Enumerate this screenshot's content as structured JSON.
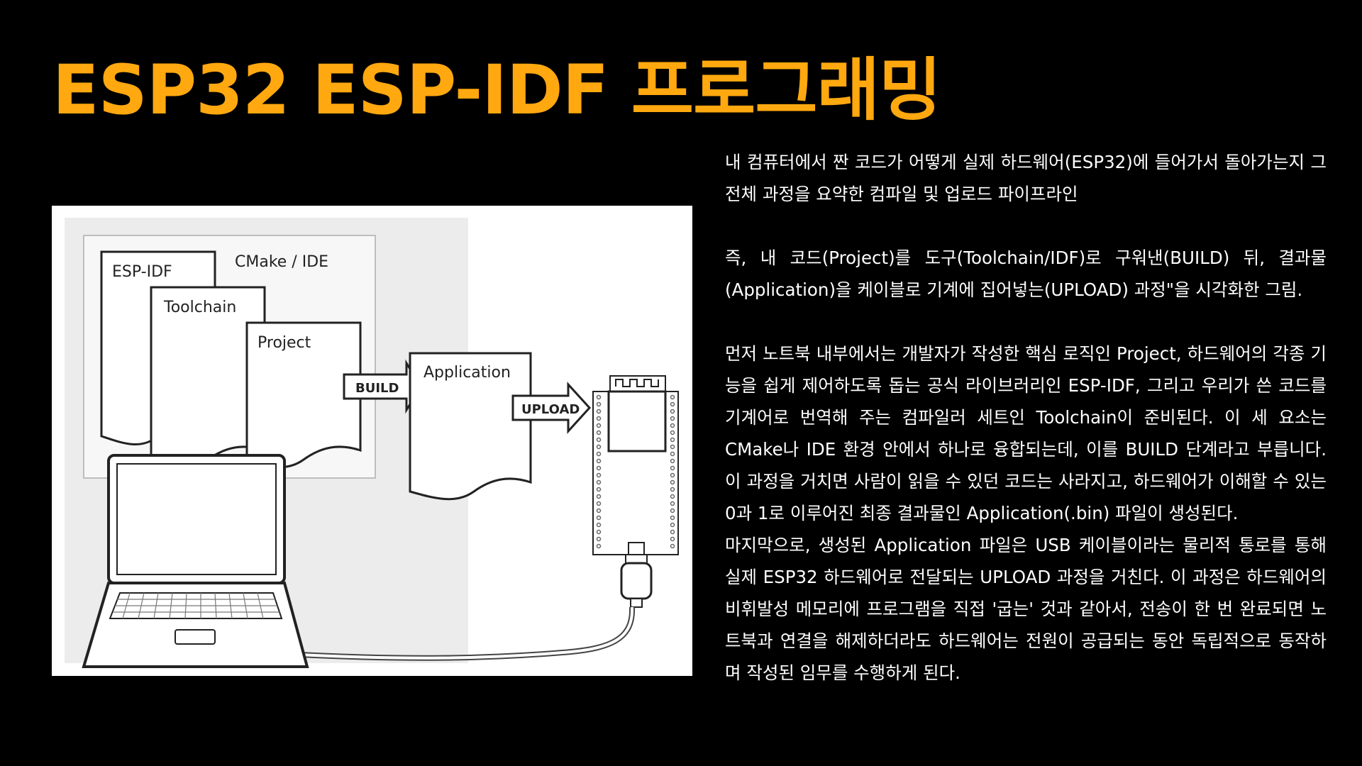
{
  "slide": {
    "title": "ESP32 ESP-IDF 프로그래밍",
    "accent_color": "#FFA80F",
    "background_color": "#000000"
  },
  "diagram": {
    "labels": {
      "esp_idf": "ESP-IDF",
      "cmake_ide": "CMake / IDE",
      "toolchain": "Toolchain",
      "project": "Project",
      "build": "BUILD",
      "application": "Application",
      "upload": "UPLOAD"
    }
  },
  "body": {
    "p1": "내 컴퓨터에서 짠 코드가 어떻게 실제 하드웨어(ESP32)에 들어가서 돌아가는지 그 전체 과정을 요약한 컴파일 및 업로드 파이프라인",
    "p2": "즉, 내 코드(Project)를 도구(Toolchain/IDF)로 구워낸(BUILD) 뒤, 결과물(Application)을 케이블로 기계에 집어넣는(UPLOAD) 과정\"을 시각화한 그림.",
    "p3": "먼저 노트북 내부에서는 개발자가 작성한 핵심 로직인 Project, 하드웨어의 각종 기능을 쉽게 제어하도록 돕는 공식 라이브러리인 ESP-IDF, 그리고 우리가 쓴 코드를 기계어로 번역해 주는 컴파일러 세트인 Toolchain이 준비된다. 이 세 요소는 CMake나 IDE 환경 안에서 하나로 융합되는데, 이를 BUILD 단계라고 부릅니다. 이 과정을 거치면 사람이 읽을 수 있던 코드는 사라지고, 하드웨어가 이해할 수 있는 0과 1로 이루어진 최종 결과물인 Application(.bin) 파일이 생성된다.",
    "p4": "마지막으로, 생성된 Application 파일은 USB 케이블이라는 물리적 통로를 통해 실제 ESP32 하드웨어로 전달되는 UPLOAD 과정을 거친다. 이 과정은 하드웨어의 비휘발성 메모리에 프로그램을 직접 '굽는' 것과 같아서, 전송이 한 번 완료되면 노트북과 연결을 해제하더라도 하드웨어는 전원이 공급되는 동안 독립적으로 동작하며 작성된 임무를 수행하게 된다."
  }
}
